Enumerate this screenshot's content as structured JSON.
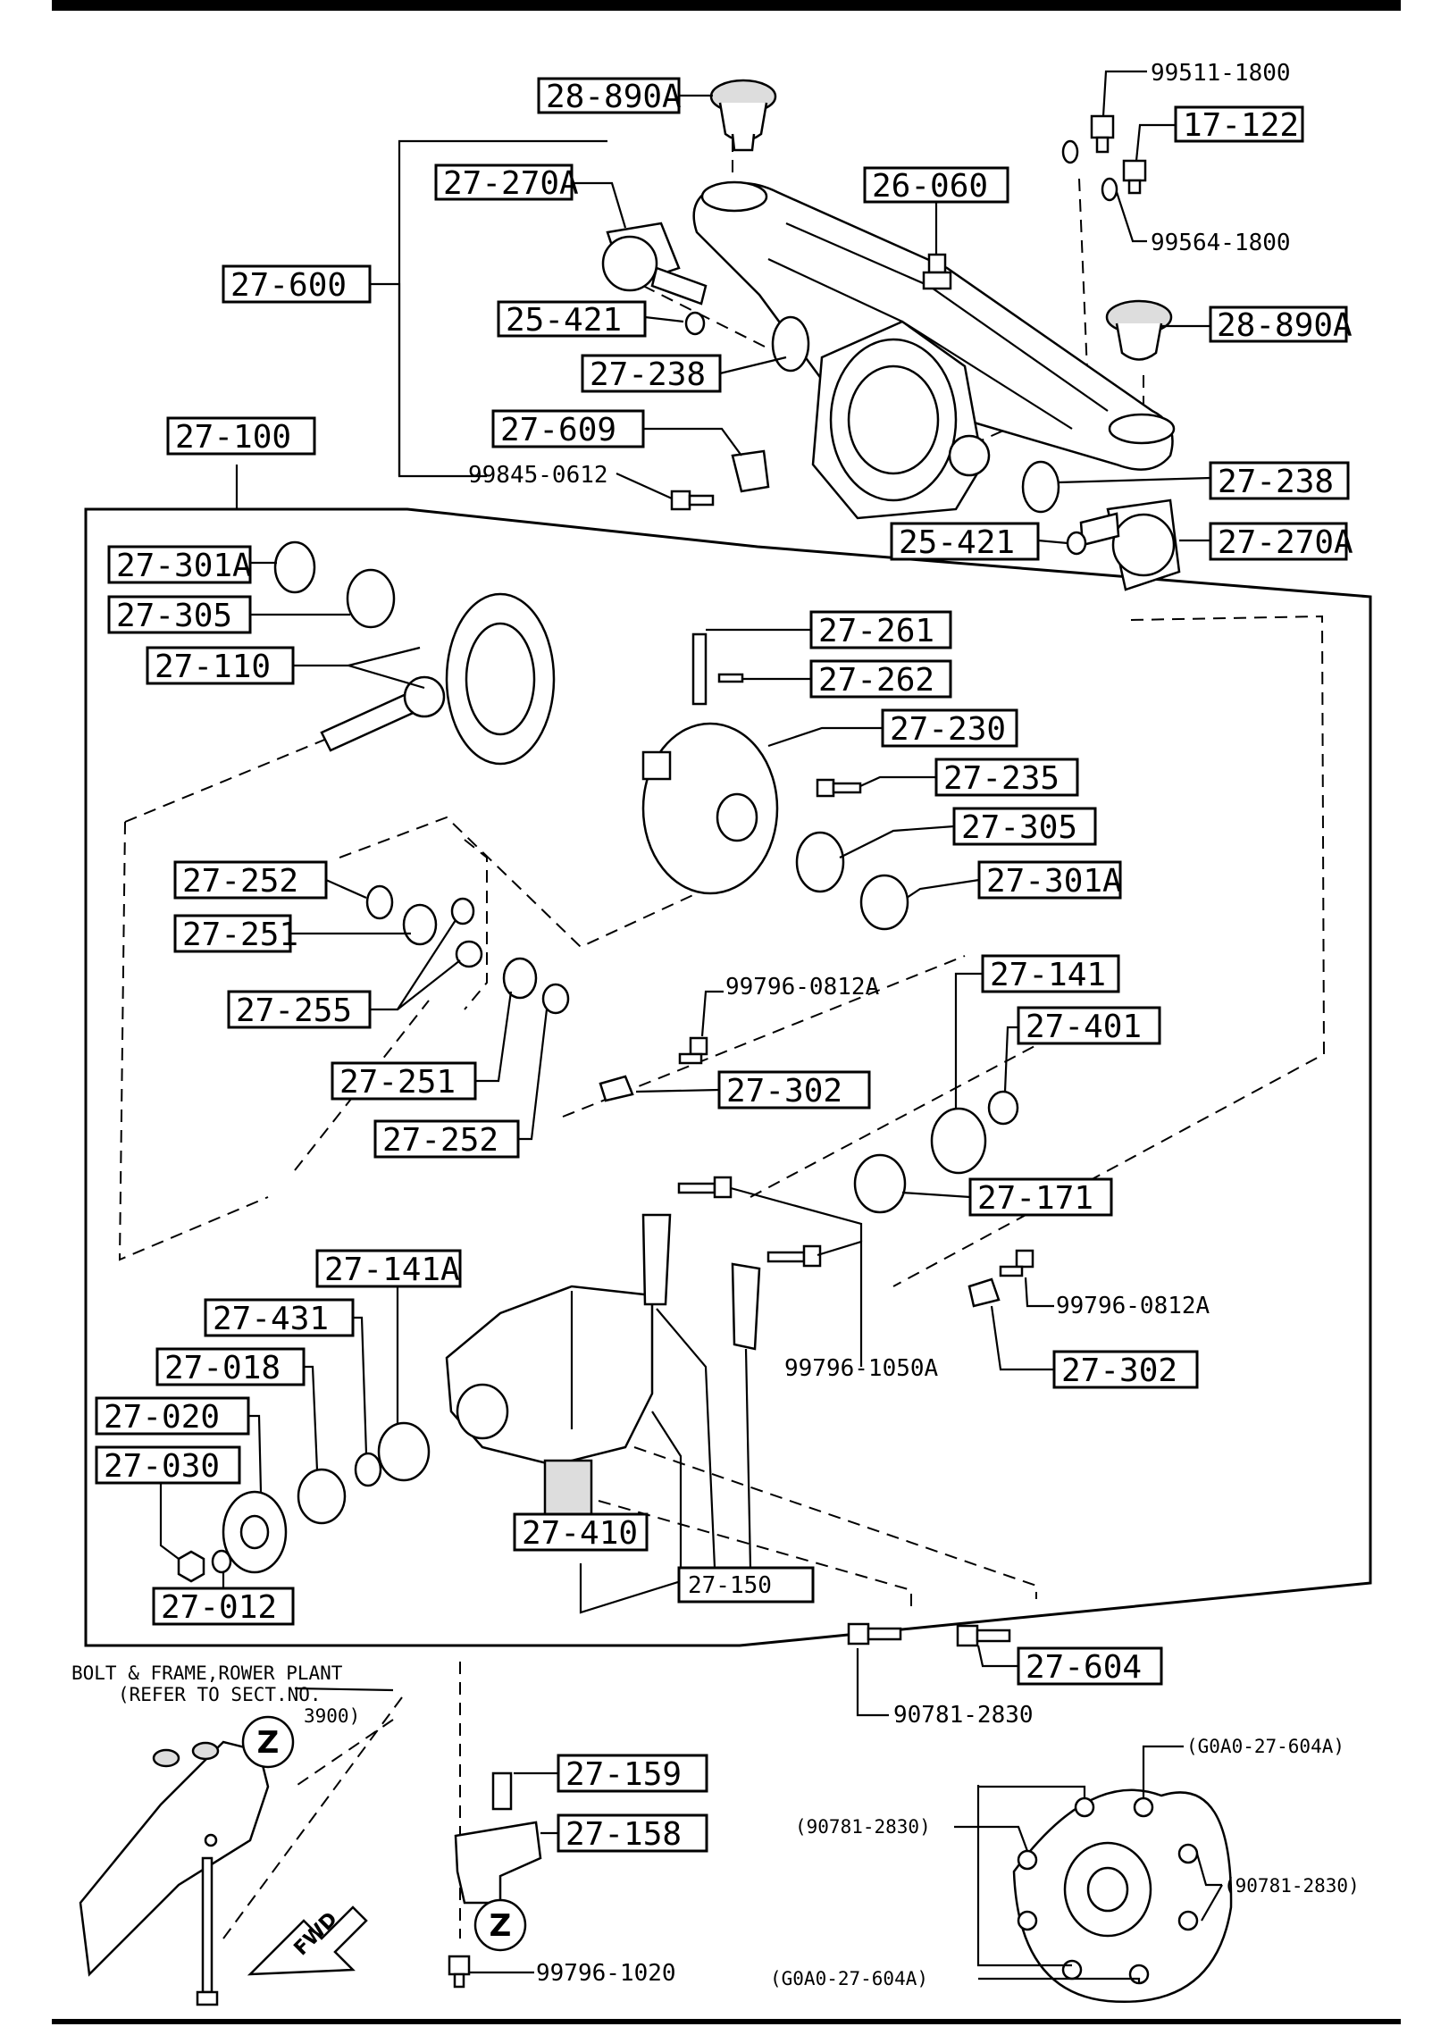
{
  "boxed_labels": {
    "l_28890a_top": "28-890A",
    "l_17122": "17-122",
    "l_27270a_top": "27-270A",
    "l_26060": "26-060",
    "l_27600": "27-600",
    "l_25421_top": "25-421",
    "l_28890a_right": "28-890A",
    "l_27238_left": "27-238",
    "l_27100": "27-100",
    "l_27609": "27-609",
    "l_27238_right": "27-238",
    "l_25421_bottom": "25-421",
    "l_27270a_bottom": "27-270A",
    "l_27301a_left": "27-301A",
    "l_27305_left": "27-305",
    "l_27110": "27-110",
    "l_27261": "27-261",
    "l_27262": "27-262",
    "l_27230": "27-230",
    "l_27235": "27-235",
    "l_27305_right": "27-305",
    "l_27252_a": "27-252",
    "l_27301a_right": "27-301A",
    "l_27251_a": "27-251",
    "l_27141": "27-141",
    "l_27255": "27-255",
    "l_27401": "27-401",
    "l_27251_b": "27-251",
    "l_27302_a": "27-302",
    "l_27252_b": "27-252",
    "l_27171": "27-171",
    "l_27141a": "27-141A",
    "l_27431": "27-431",
    "l_27018": "27-018",
    "l_27302_b": "27-302",
    "l_27020": "27-020",
    "l_27030": "27-030",
    "l_27410": "27-410",
    "l_27150": "27-150",
    "l_27012": "27-012",
    "l_27604": "27-604",
    "l_27159": "27-159",
    "l_27158": "27-158"
  },
  "plain_labels": {
    "p_99511": "99511-1800",
    "p_99564": "99564-1800",
    "p_99845": "99845-0612",
    "p_99796_0812a_a": "99796-0812A",
    "p_99796_0812a_b": "99796-0812A",
    "p_99796_1050a": "99796-1050A",
    "p_90781": "90781-2830",
    "p_99796_1020": "99796-1020",
    "p_g604_top": "(G0A0-27-604A)",
    "p_90781_left": "(90781-2830)",
    "p_90781_right": "(90781-2830)",
    "p_g604_bottom": "(G0A0-27-604A)"
  },
  "note": {
    "line1": "BOLT & FRAME,ROWER PLANT",
    "line2": "(REFER TO SECT.NO.",
    "line3": "3900)"
  },
  "markers": {
    "z_top": "Z",
    "z_bottom": "Z",
    "fwd": "FWD"
  }
}
